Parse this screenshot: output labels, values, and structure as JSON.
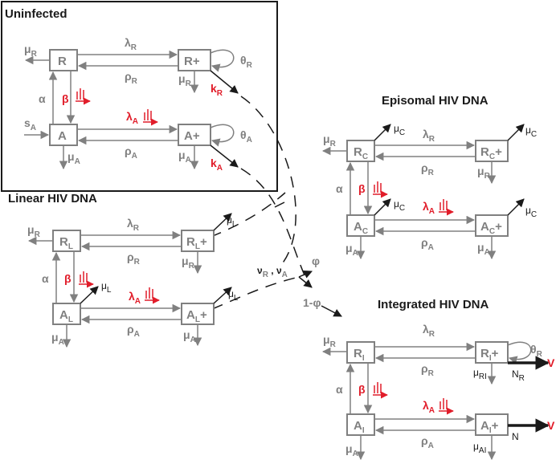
{
  "colors": {
    "gray": "#808080",
    "black": "#1a1a1a",
    "red": "#e11d2a"
  },
  "labels": {
    "uninfected": "Uninfected",
    "linear": "Linear HIV DNA",
    "episomal": "Episomal HIV DNA",
    "integrated": "Integrated HIV DNA"
  },
  "states": {
    "R": "R",
    "Rplus": "R+",
    "A": "A",
    "Aplus": "A+",
    "RL": "R",
    "RLsub": "L",
    "RLp": "R",
    "RLpsub": "L",
    "AL": "A",
    "ALsub": "L",
    "ALp": "A",
    "ALpsub": "L",
    "RC": "R",
    "RCsub": "C",
    "AC": "A",
    "ACsub": "C",
    "RI": "R",
    "RIsub": "I",
    "AI": "A",
    "AIsub": "I",
    "plus": "+"
  },
  "params": {
    "mu": "μ",
    "sub_R": "R",
    "sub_A": "A",
    "sub_C": "C",
    "sub_L": "L",
    "sub_RI": "RI",
    "sub_AI": "AI",
    "lambda": "λ",
    "rho": "ρ",
    "theta": "θ",
    "alpha": "α",
    "beta": "β",
    "k": "k",
    "s": "s",
    "nu_pair": "ν",
    "comma": " , ",
    "phi": "φ",
    "one_minus_phi": "1-φ",
    "N": "N",
    "V": "V"
  }
}
